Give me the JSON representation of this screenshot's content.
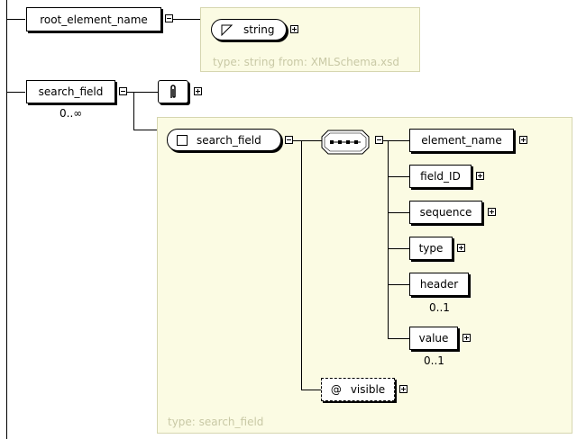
{
  "diagram": {
    "root_element": {
      "name": "root_element_name"
    },
    "simple_type": {
      "label": "string",
      "caption": "type: string from: XMLSchema.xsd"
    },
    "search_field": {
      "name": "search_field",
      "cardinality": "0..∞"
    },
    "complex_type": {
      "label": "search_field",
      "caption": "type: search_field",
      "children": [
        {
          "name": "element_name",
          "cardinality": ""
        },
        {
          "name": "field_ID",
          "cardinality": ""
        },
        {
          "name": "sequence",
          "cardinality": ""
        },
        {
          "name": "type",
          "cardinality": ""
        },
        {
          "name": "header",
          "cardinality": "0..1"
        },
        {
          "name": "value",
          "cardinality": "0..1"
        }
      ],
      "attribute": {
        "symbol": "@",
        "name": "visible"
      }
    }
  }
}
